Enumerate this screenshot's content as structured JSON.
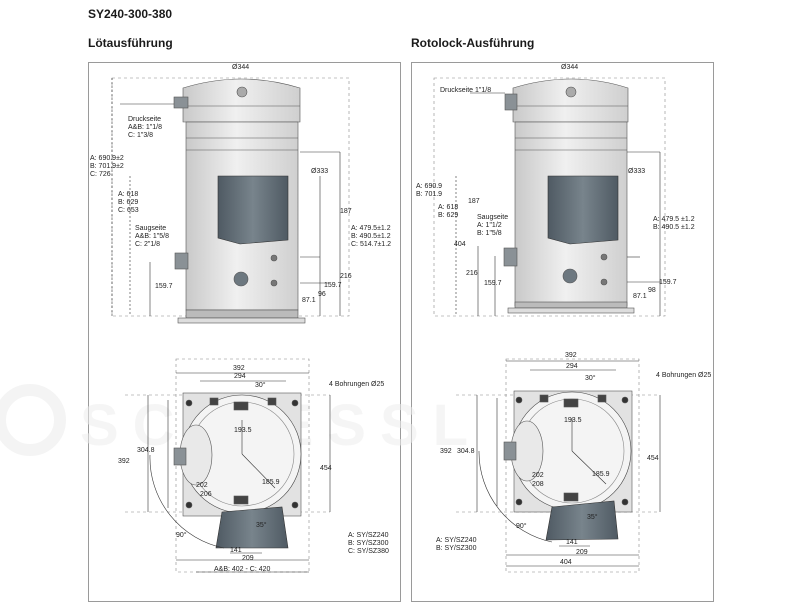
{
  "title": "SY240-300-380",
  "left": {
    "heading": "Lötausführung",
    "side": {
      "diameter_top": "Ø344",
      "diameter_shell": "Ø333",
      "druckseite_label": "Druckseite",
      "druckseite_ab": "A&B: 1\"1/8",
      "druckseite_c": "C: 1\"3/8",
      "height_a": "A: 690.9±2",
      "height_b": "B: 701.9±2",
      "height_c": "C: 726",
      "suction_a": "A: 618",
      "suction_b": "B: 629",
      "suction_c": "C: 653",
      "saugseite_label": "Saugseite",
      "saugseite_ab": "A&B: 1\"5/8",
      "saugseite_c": "C: 2\"1/8",
      "dim_187": "187",
      "dim_479": "A: 479.5±1.2",
      "dim_490": "B: 490.5±1.2",
      "dim_514": "C: 514.7±1.2",
      "dim_216": "216",
      "dim_159_right": "159.7",
      "dim_159_left": "159.7",
      "dim_96": "96",
      "dim_87": "87.1"
    },
    "top": {
      "dim_392_top": "392",
      "dim_294": "294",
      "angle_30": "30°",
      "bores": "4 Bohrungen Ø25",
      "dim_193": "193.5",
      "dim_392_left": "392",
      "dim_304": "304.8",
      "dim_454": "454",
      "dim_185": "185.9",
      "dim_202": "202",
      "dim_206": "206",
      "angle_35": "35°",
      "angle_90": "90°",
      "dim_141": "141",
      "dim_209": "209",
      "dim_bottom": "A&B: 402 - C: 420",
      "legend_a": "A: SY/SZ240",
      "legend_b": "B: SY/SZ300",
      "legend_c": "C: SY/SZ380"
    }
  },
  "right": {
    "heading": "Rotolock-Ausführung",
    "side": {
      "diameter_top": "Ø344",
      "diameter_shell": "Ø333",
      "druckseite": "Druckseite 1\"1/8",
      "height_a": "A: 690.9",
      "height_b": "B: 701.9",
      "suction_a": "A: 618",
      "suction_b": "B: 629",
      "dim_187": "187",
      "saugseite_label": "Saugseite",
      "saugseite_a": "A: 1\"1/2",
      "saugseite_b": "B: 1\"5/8",
      "dim_404": "404",
      "dim_216": "216",
      "dim_159_left": "159.7",
      "dim_479": "A: 479.5 ±1.2",
      "dim_490": "B: 490.5 ±1.2",
      "dim_159_right": "159.7",
      "dim_98": "98",
      "dim_87": "87.1"
    },
    "top": {
      "dim_392_top": "392",
      "dim_294": "294",
      "angle_30": "30°",
      "bores": "4 Bohrungen Ø25",
      "dim_193": "193.5",
      "dim_392_left": "392",
      "dim_304": "304.8",
      "dim_454": "454",
      "dim_185": "185.9",
      "dim_202": "202",
      "dim_208": "208",
      "angle_35": "35°",
      "angle_90": "90°",
      "dim_141": "141",
      "dim_209": "209",
      "dim_404": "404",
      "legend_a": "A: SY/SZ240",
      "legend_b": "B: SY/SZ300"
    }
  },
  "watermark": "SCHIESSL",
  "colors": {
    "body": "#dcdcdc",
    "panel_dark": "#5f6b74",
    "pipe": "#8a9196",
    "dim": "#333333",
    "watermark": "#f1f1f1"
  }
}
